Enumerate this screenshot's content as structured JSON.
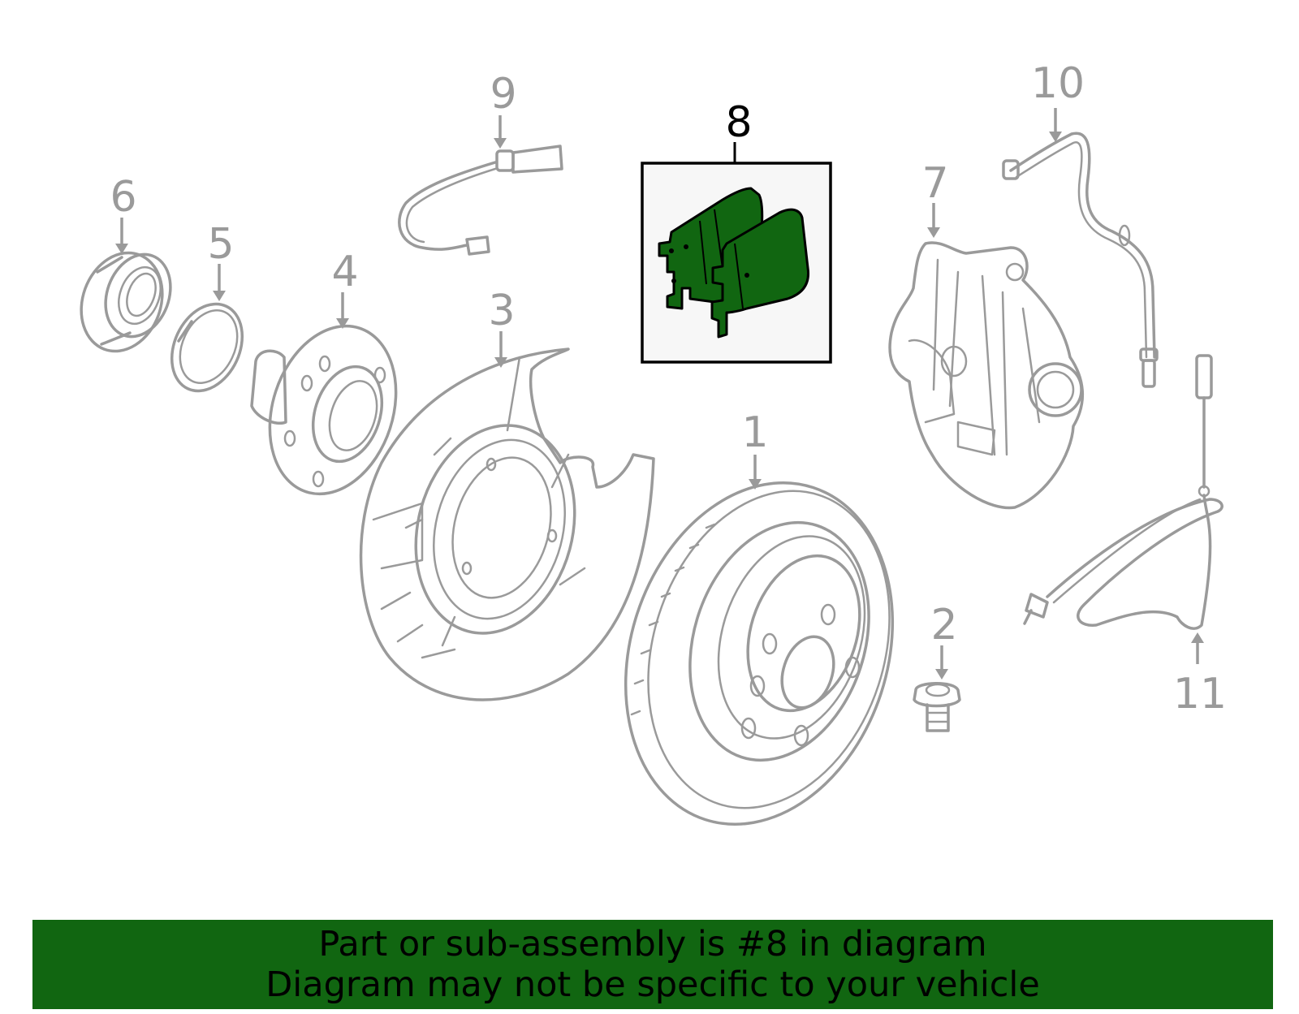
{
  "colors": {
    "highlight": "#116611",
    "line": "#9a9a9a",
    "banner_text": "#000000"
  },
  "callouts": {
    "c1": "1",
    "c2": "2",
    "c3": "3",
    "c4": "4",
    "c5": "5",
    "c6": "6",
    "c7": "7",
    "c8": "8",
    "c9": "9",
    "c10": "10",
    "c11": "11"
  },
  "highlighted_part": "8",
  "banner": {
    "line1": "Part or sub-assembly is #8 in diagram",
    "line2": "Diagram may not be specific to your vehicle"
  }
}
